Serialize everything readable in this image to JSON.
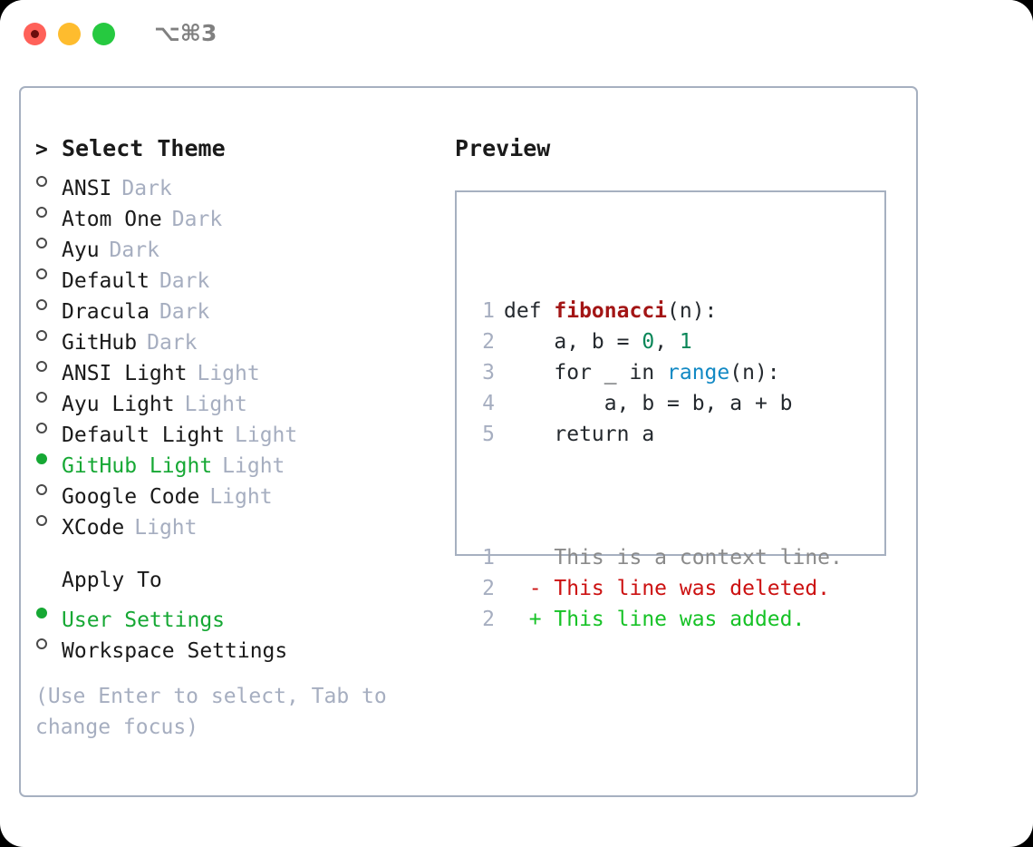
{
  "titlebar": {
    "shortcut": "⌥⌘3",
    "lights": [
      "close",
      "minimize",
      "zoom"
    ]
  },
  "theme_list": {
    "header_prefix": ">",
    "header": "Select Theme",
    "items": [
      {
        "prefix": "○",
        "name": "ANSI",
        "tag": "Dark",
        "selected": false
      },
      {
        "prefix": "○",
        "name": "Atom One",
        "tag": "Dark",
        "selected": false
      },
      {
        "prefix": "○",
        "name": "Ayu",
        "tag": "Dark",
        "selected": false
      },
      {
        "prefix": "○",
        "name": "Default",
        "tag": "Dark",
        "selected": false
      },
      {
        "prefix": "○",
        "name": "Dracula",
        "tag": "Dark",
        "selected": false
      },
      {
        "prefix": "○",
        "name": "GitHub",
        "tag": "Dark",
        "selected": false
      },
      {
        "prefix": "○",
        "name": "ANSI Light",
        "tag": "Light",
        "selected": false
      },
      {
        "prefix": "○",
        "name": "Ayu Light",
        "tag": "Light",
        "selected": false
      },
      {
        "prefix": "○",
        "name": "Default Light",
        "tag": "Light",
        "selected": false
      },
      {
        "prefix": "●",
        "name": "GitHub Light",
        "tag": "Light",
        "selected": true
      },
      {
        "prefix": "○",
        "name": "Google Code",
        "tag": "Light",
        "selected": false
      },
      {
        "prefix": "○",
        "name": "XCode",
        "tag": "Light",
        "selected": false
      }
    ]
  },
  "apply_to": {
    "label": "Apply To",
    "items": [
      {
        "prefix": "●",
        "name": "User Settings",
        "selected": true
      },
      {
        "prefix": "○",
        "name": "Workspace Settings",
        "selected": false
      }
    ]
  },
  "hint": "(Use Enter to select, Tab to change focus)",
  "preview": {
    "heading": "Preview",
    "code_lines": [
      {
        "num": "1",
        "tokens": [
          {
            "t": "def ",
            "c": "plain"
          },
          {
            "t": "fibonacci",
            "c": "func"
          },
          {
            "t": "(n):",
            "c": "plain"
          }
        ]
      },
      {
        "num": "2",
        "tokens": [
          {
            "t": "    a, b = ",
            "c": "plain"
          },
          {
            "t": "0",
            "c": "num"
          },
          {
            "t": ", ",
            "c": "plain"
          },
          {
            "t": "1",
            "c": "num"
          }
        ]
      },
      {
        "num": "3",
        "tokens": [
          {
            "t": "    for _ in ",
            "c": "plain"
          },
          {
            "t": "range",
            "c": "call"
          },
          {
            "t": "(n):",
            "c": "plain"
          }
        ]
      },
      {
        "num": "4",
        "tokens": [
          {
            "t": "        a, b = b, a + b",
            "c": "plain"
          }
        ]
      },
      {
        "num": "5",
        "tokens": [
          {
            "t": "    return a",
            "c": "plain"
          }
        ]
      }
    ],
    "diff_lines": [
      {
        "num": "1",
        "marker": " ",
        "text": "This is a context line.",
        "kind": "ctx"
      },
      {
        "num": "2",
        "marker": "-",
        "text": "This line was deleted.",
        "kind": "del"
      },
      {
        "num": "2",
        "marker": "+",
        "text": "This line was added.",
        "kind": "add"
      }
    ]
  },
  "colors": {
    "accent_green": "#16a834",
    "muted": "#a6aec0",
    "border": "#a6b0c0",
    "func_red": "#a31515",
    "num_teal": "#098658",
    "call_blue": "#1289c4",
    "diff_del": "#cc1111",
    "diff_add": "#16c226",
    "light_red": "#ff6159",
    "light_yellow": "#febc2e",
    "light_green": "#26c940"
  }
}
